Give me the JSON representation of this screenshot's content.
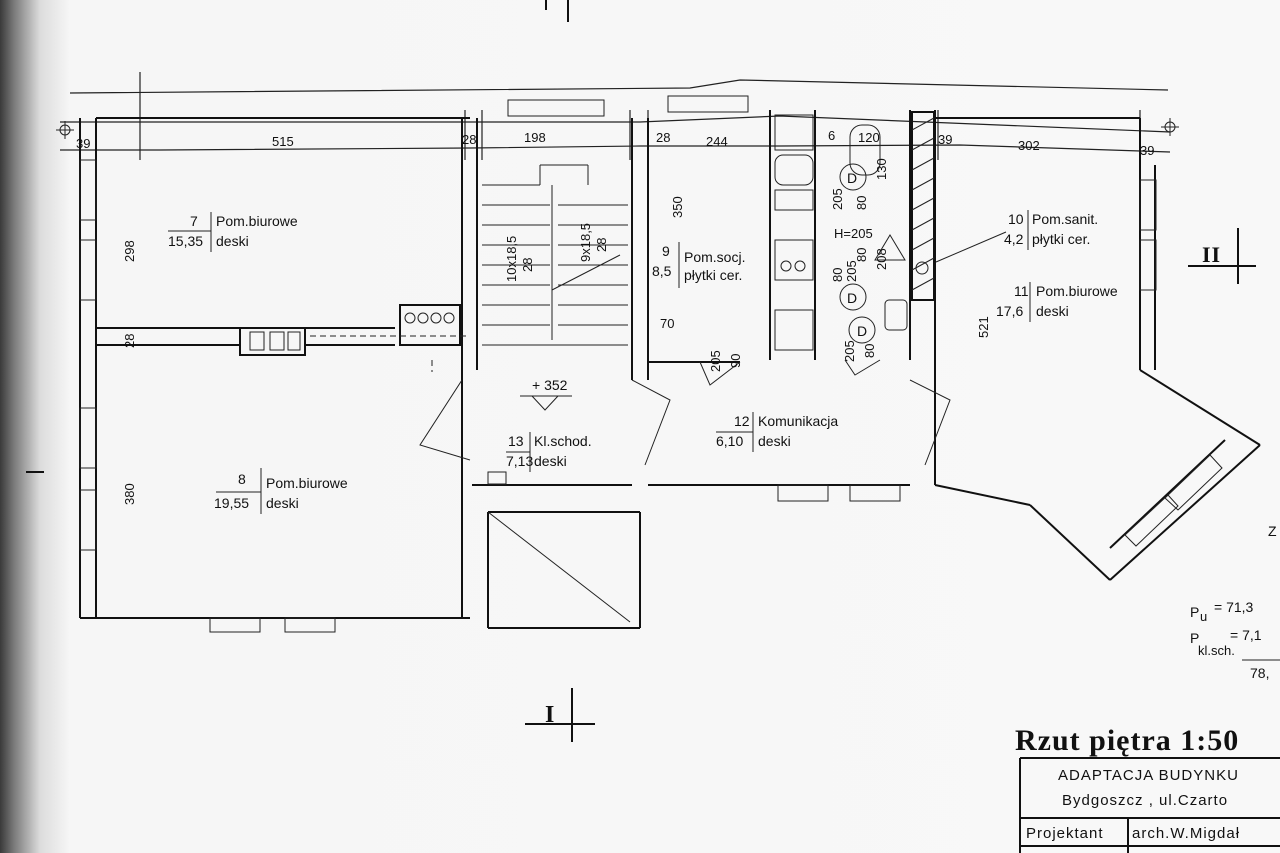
{
  "dimensions_top": [
    "39",
    "515",
    "28",
    "198",
    "28",
    "244",
    "6",
    "120",
    "39",
    "302",
    "39"
  ],
  "dimensions_side": [
    "298",
    "28",
    "380",
    "350",
    "521",
    "10x18,5",
    "28",
    "9x18,5",
    "28",
    "70",
    "205",
    "90",
    "205",
    "80",
    "130",
    "80",
    "205",
    "80",
    "208",
    "H=205",
    "205",
    "80"
  ],
  "rooms": [
    {
      "no": "7",
      "name": "Pom.biurowe",
      "area": "15,35",
      "finish": "deski"
    },
    {
      "no": "8",
      "name": "Pom.biurowe",
      "area": "19,55",
      "finish": "deski"
    },
    {
      "no": "9",
      "name": "Pom.socj.",
      "area": "8,5",
      "finish": "płytki cer."
    },
    {
      "no": "10",
      "name": "Pom.sanit.",
      "area": "4,2",
      "finish": "płytki cer."
    },
    {
      "no": "11",
      "name": "Pom.biurowe",
      "area": "17,6",
      "finish": "deski"
    },
    {
      "no": "12",
      "name": "Komunikacja",
      "area": "6,10",
      "finish": "deski"
    },
    {
      "no": "13",
      "name": "Kl.schod.",
      "area": "7,13",
      "finish": "deski"
    }
  ],
  "level_mark": "+ 352",
  "section_marks": {
    "top": "I",
    "bottom": "I",
    "right": "II",
    "partial": "Z"
  },
  "summary": {
    "pu_label": "P",
    "pu_sub": "u",
    "pu_value": "= 71,3",
    "pk_label": "P",
    "pk_sub": "kl.sch.",
    "pk_value": "= 7,1",
    "total": "78,"
  },
  "title": "Rzut piętra 1:50",
  "title_block": {
    "line1": "ADAPTACJA BUDYNKU",
    "line2": "Bydgoszcz , ul.Czarto",
    "row_label": "Projektant",
    "row_value": "arch.W.Migdał"
  },
  "fixture_labels": [
    "D",
    "D",
    "D"
  ]
}
